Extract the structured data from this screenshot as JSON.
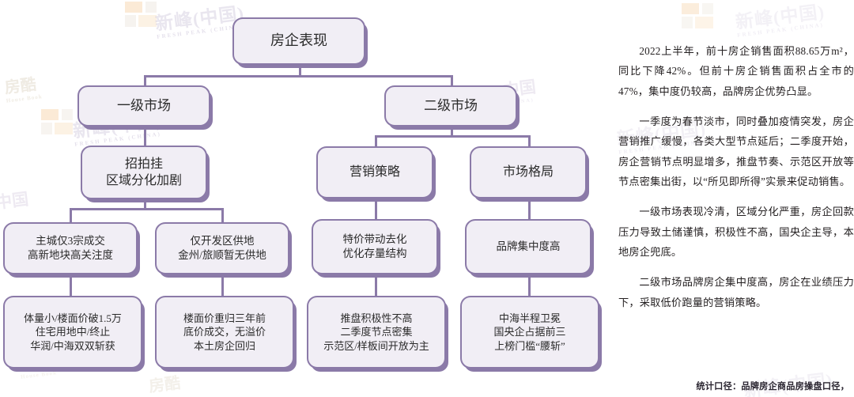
{
  "chart_data": {
    "type": "diagram",
    "title": "房企表现",
    "nodes": [
      {
        "id": "root",
        "level": 1,
        "lines": [
          "房企表现"
        ]
      },
      {
        "id": "l2a",
        "level": 2,
        "lines": [
          "一级市场"
        ]
      },
      {
        "id": "l2b",
        "level": 2,
        "lines": [
          "二级市场"
        ]
      },
      {
        "id": "l3a",
        "level": 3,
        "lines": [
          "招拍挂",
          "区域分化加剧"
        ]
      },
      {
        "id": "l3b",
        "level": 3,
        "lines": [
          "营销策略"
        ]
      },
      {
        "id": "l3c",
        "level": 3,
        "lines": [
          "市场格局"
        ]
      },
      {
        "id": "l4a",
        "level": 4,
        "lines": [
          "主城仅3宗成交",
          "高新地块高关注度"
        ]
      },
      {
        "id": "l4b",
        "level": 4,
        "lines": [
          "仅开发区供地",
          "金州/旅顺暂无供地"
        ]
      },
      {
        "id": "l4c",
        "level": 4,
        "lines": [
          "特价带动去化",
          "优化存量结构"
        ]
      },
      {
        "id": "l4d",
        "level": 4,
        "lines": [
          "品牌集中度高"
        ]
      },
      {
        "id": "l5a",
        "level": 5,
        "lines": [
          "体量小/楼面价破1.5万",
          "住宅用地中/终止",
          "华润/中海双双斩获"
        ]
      },
      {
        "id": "l5b",
        "level": 5,
        "lines": [
          "楼面价重归三年前",
          "底价成交，无溢价",
          "本土房企回归"
        ]
      },
      {
        "id": "l5c",
        "level": 5,
        "lines": [
          "推盘积极性不高",
          "二季度节点密集",
          "示范区/样板间开放为主"
        ]
      },
      {
        "id": "l5d",
        "level": 5,
        "lines": [
          "中海半程卫冕",
          "国央企占据前三",
          "上榜门槛“腰斩”"
        ]
      }
    ],
    "edges": [
      [
        "root",
        "l2a"
      ],
      [
        "root",
        "l2b"
      ],
      [
        "l2a",
        "l3a"
      ],
      [
        "l2b",
        "l3b"
      ],
      [
        "l2b",
        "l3c"
      ],
      [
        "l3a",
        "l4a"
      ],
      [
        "l3a",
        "l4b"
      ],
      [
        "l3b",
        "l4c"
      ],
      [
        "l3c",
        "l4d"
      ],
      [
        "l4a",
        "l5a"
      ],
      [
        "l4b",
        "l5b"
      ],
      [
        "l4c",
        "l5c"
      ],
      [
        "l4d",
        "l5d"
      ]
    ],
    "colors": {
      "border": "#8b7aa8",
      "fill": "#f1eef5",
      "text": "#2b2b2b"
    }
  },
  "flow": {
    "root": {
      "line1": "房企表现"
    },
    "level2": {
      "primary": {
        "line1": "一级市场"
      },
      "secondary": {
        "line1": "二级市场"
      }
    },
    "level3": {
      "bidding": {
        "line1": "招拍挂",
        "line2": "区域分化加剧"
      },
      "marketing": {
        "line1": "营销策略"
      },
      "structure": {
        "line1": "市场格局"
      }
    },
    "level4": {
      "downtown": {
        "line1": "主城仅3宗成交",
        "line2": "高新地块高关注度"
      },
      "devzone": {
        "line1": "仅开发区供地",
        "line2": "金州/旅顺暂无供地"
      },
      "discount": {
        "line1": "特价带动去化",
        "line2": "优化存量结构"
      },
      "brand": {
        "line1": "品牌集中度高"
      }
    },
    "level5": {
      "downtown_detail": {
        "line1": "体量小/楼面价破1.5万",
        "line2": "住宅用地中/终止",
        "line3": "华润/中海双双斩获"
      },
      "devzone_detail": {
        "line1": "楼面价重归三年前",
        "line2": "底价成交，无溢价",
        "line3": "本土房企回归"
      },
      "launch_detail": {
        "line1": "推盘积极性不高",
        "line2": "二季度节点密集",
        "line3": "示范区/样板间开放为主"
      },
      "rank_detail": {
        "line1": "中海半程卫冕",
        "line2": "国央企占据前三",
        "line3": "上榜门槛“腰斩”"
      }
    }
  },
  "panel": {
    "paragraphs": [
      "2022上半年，前十房企销售面积88.65万m²，同比下降42%。但前十房企销售面积占全市的47%，集中度仍较高，品牌房企优势凸显。",
      "一季度为春节淡市，同时叠加疫情突发，房企营销推广缓慢，各类大型节点延后；二季度开始，房企营销节点明显增多，推盘节奏、示范区开放等节点密集出街，以“所见即所得”实景来促动销售。",
      "一级市场表现冷清，区域分化严重，房企回款压力导致土储谨慎，积极性不高，国央企主导，本地房企兜底。",
      "二级市场品牌房企集中度高，房企在业绩压力下，采取低价跑量的营销策略。"
    ]
  },
  "footnote": {
    "text": "统计口径：品牌房企商品房操盘口径，"
  },
  "watermarks": {
    "peak": {
      "main": "新峰(中国)",
      "sub": "FRESH PEAK (CHINA)"
    },
    "house": {
      "main": "房酷",
      "sub": "House Book"
    },
    "china": {
      "main": "中国",
      "sub": "(CHINA)"
    }
  }
}
